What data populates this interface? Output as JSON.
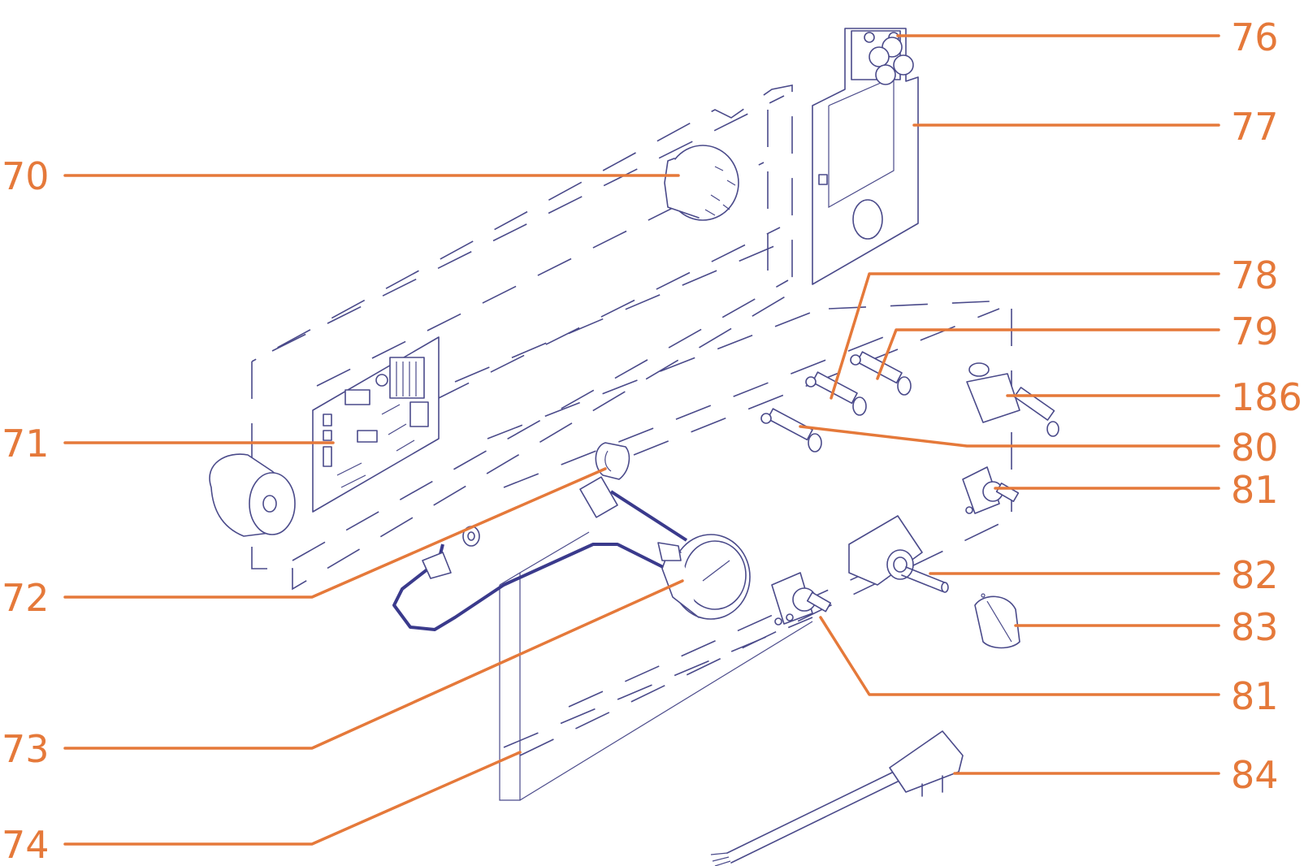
{
  "diagram": {
    "colors": {
      "label": "#E5793A",
      "line_art": "#4a4a8a",
      "wire": "#3a3a8c"
    },
    "callouts": [
      {
        "id": "c70",
        "text": "70"
      },
      {
        "id": "c71",
        "text": "71"
      },
      {
        "id": "c72",
        "text": "72"
      },
      {
        "id": "c73",
        "text": "73"
      },
      {
        "id": "c74",
        "text": "74"
      },
      {
        "id": "c76",
        "text": "76"
      },
      {
        "id": "c77",
        "text": "77"
      },
      {
        "id": "c78",
        "text": "78"
      },
      {
        "id": "c79",
        "text": "79"
      },
      {
        "id": "c186",
        "text": "186"
      },
      {
        "id": "c80",
        "text": "80"
      },
      {
        "id": "c81a",
        "text": "81"
      },
      {
        "id": "c82",
        "text": "82"
      },
      {
        "id": "c83",
        "text": "83"
      },
      {
        "id": "c81b",
        "text": "81"
      },
      {
        "id": "c84",
        "text": "84"
      }
    ]
  }
}
